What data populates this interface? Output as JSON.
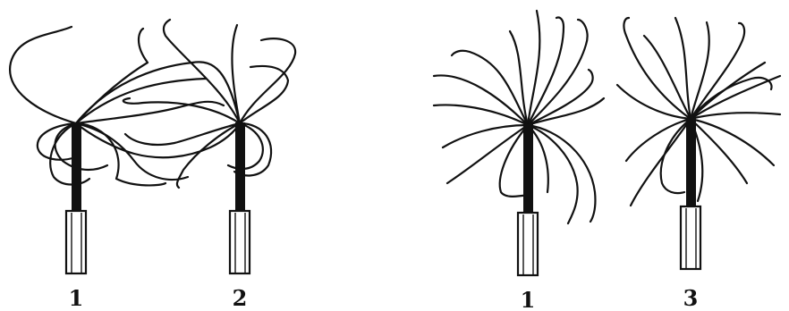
{
  "panels": [
    {
      "type": "attracting",
      "electrodes": [
        {
          "label": "1"
        },
        {
          "label": "2"
        }
      ]
    },
    {
      "type": "repelling",
      "electrodes": [
        {
          "label": "1"
        },
        {
          "label": "3"
        }
      ]
    }
  ],
  "colors": {
    "ink": "#111111",
    "background": "#ffffff"
  }
}
